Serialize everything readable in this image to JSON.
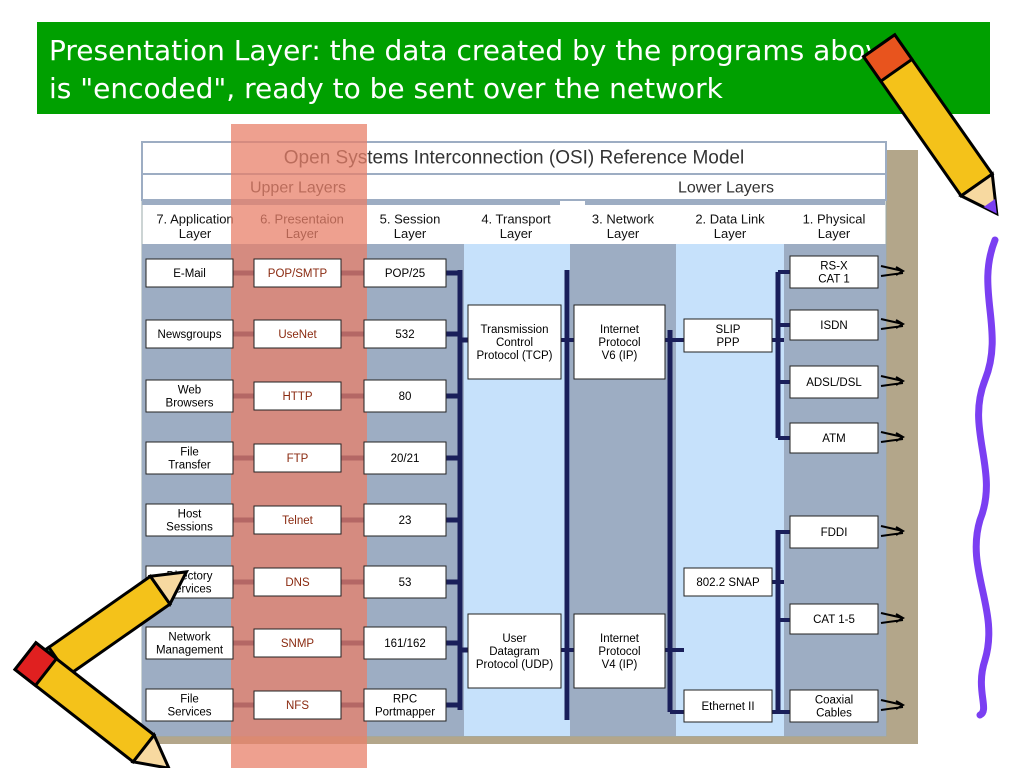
{
  "slide": {
    "heading_line1": "Presentation Layer: the data created by the programs above",
    "heading_line2": "is \"encoded\", ready to be sent over the network"
  },
  "diagram": {
    "title": "Open Systems Interconnection (OSI) Reference Model",
    "upper_label": "Upper Layers",
    "lower_label": "Lower Layers",
    "layers": [
      {
        "line1": "7. Application",
        "line2": "Layer"
      },
      {
        "line1": "6. Presentaion",
        "line2": "Layer"
      },
      {
        "line1": "5. Session",
        "line2": "Layer"
      },
      {
        "line1": "4. Transport",
        "line2": "Layer"
      },
      {
        "line1": "3. Network",
        "line2": "Layer"
      },
      {
        "line1": "2. Data Link",
        "line2": "Layer"
      },
      {
        "line1": "1. Physical",
        "line2": "Layer"
      }
    ],
    "application": [
      [
        "E-Mail"
      ],
      [
        "Newsgroups"
      ],
      [
        "Web",
        "Browsers"
      ],
      [
        "File",
        "Transfer"
      ],
      [
        "Host",
        "Sessions"
      ],
      [
        "Directory",
        "Services"
      ],
      [
        "Network",
        "Management"
      ],
      [
        "File",
        "Services"
      ]
    ],
    "presentation": [
      "POP/SMTP",
      "UseNet",
      "HTTP",
      "FTP",
      "Telnet",
      "DNS",
      "SNMP",
      "NFS"
    ],
    "session": [
      [
        "POP/25"
      ],
      [
        "532"
      ],
      [
        "80"
      ],
      [
        "20/21"
      ],
      [
        "23"
      ],
      [
        "53"
      ],
      [
        "161/162"
      ],
      [
        "RPC",
        "Portmapper"
      ]
    ],
    "transport": [
      [
        "Transmission",
        "Control",
        "Protocol (TCP)"
      ],
      [
        "User",
        "Datagram",
        "Protocol (UDP)"
      ]
    ],
    "network": [
      [
        "Internet",
        "Protocol",
        "V6 (IP)"
      ],
      [
        "Internet",
        "Protocol",
        "V4 (IP)"
      ]
    ],
    "datalink": [
      [
        "SLIP",
        "PPP"
      ],
      [
        "802.2 SNAP"
      ],
      [
        "Ethernet II"
      ]
    ],
    "physical": [
      [
        "RS-X",
        "CAT 1"
      ],
      [
        "ISDN"
      ],
      [
        "ADSL/DSL"
      ],
      [
        "ATM"
      ],
      [
        "FDDI"
      ],
      [
        "CAT 1-5"
      ],
      [
        "Coaxial",
        "Cables"
      ]
    ],
    "colors": {
      "frame": "#9dadc3",
      "alt_band": "#c6e1fb",
      "line": "#1a1f5a",
      "highlight": "#e8806a",
      "shadow": "#b3a68a"
    }
  }
}
